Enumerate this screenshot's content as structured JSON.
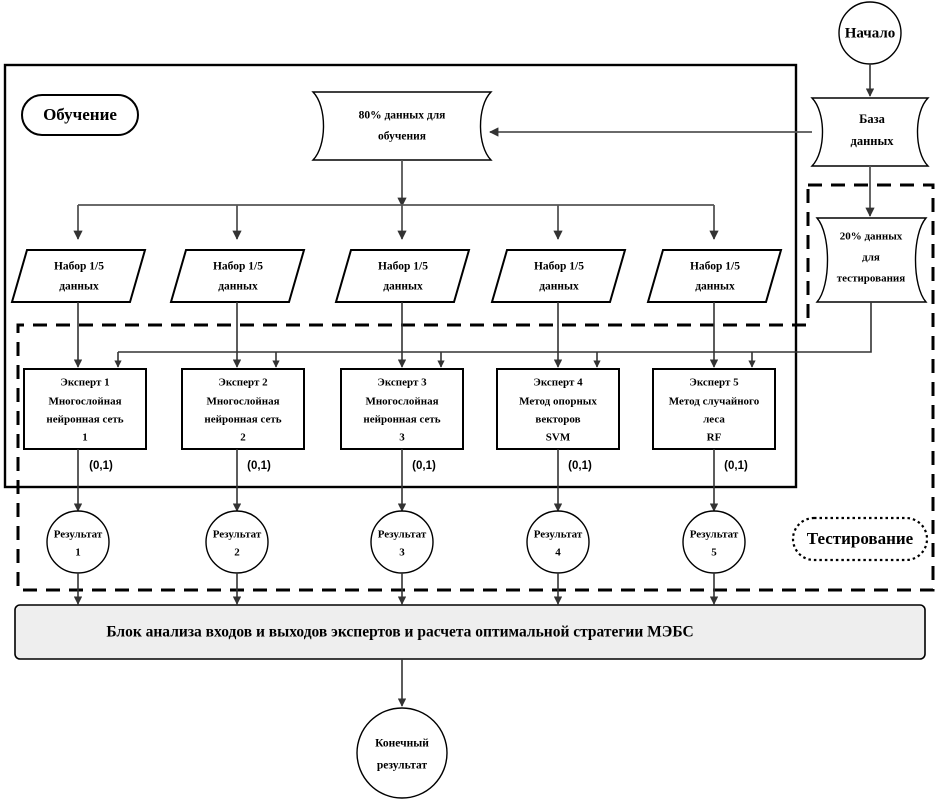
{
  "diagram": {
    "title_nodes": {
      "start": "Начало",
      "database": "База\nданных",
      "database_line1": "База",
      "database_line2": "данных",
      "train_data_line1": "80% данных для",
      "train_data_line2": "обучения",
      "test_data_line1": "20% данных",
      "test_data_line2": "для",
      "test_data_line3": "тестирования",
      "final_line1": "Конечный",
      "final_line2": "результат"
    },
    "regions": [
      {
        "name": "training-region-label",
        "label": "Обучение",
        "style": "solid-pill"
      },
      {
        "name": "testing-region-label",
        "label": "Тестирование",
        "style": "dotted-pill"
      }
    ],
    "datasets": [
      {
        "line1": "Набор 1/5",
        "line2": "данных"
      },
      {
        "line1": "Набор 1/5",
        "line2": "данных"
      },
      {
        "line1": "Набор 1/5",
        "line2": "данных"
      },
      {
        "line1": "Набор 1/5",
        "line2": "данных"
      },
      {
        "line1": "Набор 1/5",
        "line2": "данных"
      }
    ],
    "experts": [
      {
        "title": "Эксперт 1",
        "l2": "Многослойная",
        "l3": "нейронная сеть",
        "l4": "1"
      },
      {
        "title": "Эксперт 2",
        "l2": "Многослойная",
        "l3": "нейронная сеть",
        "l4": "2"
      },
      {
        "title": "Эксперт 3",
        "l2": "Многослойная",
        "l3": "нейронная сеть",
        "l4": "3"
      },
      {
        "title": "Эксперт 4",
        "l2": "Метод опорных",
        "l3": "векторов",
        "l4": "SVM"
      },
      {
        "title": "Эксперт 5",
        "l2": "Метод случайного",
        "l3": "леса",
        "l4": "RF"
      }
    ],
    "edge_labels": [
      "(0,1)",
      "(0,1)",
      "(0,1)",
      "(0,1)",
      "(0,1)"
    ],
    "results": [
      {
        "line1": "Результат",
        "line2": "1"
      },
      {
        "line1": "Результат",
        "line2": "2"
      },
      {
        "line1": "Результат",
        "line2": "3"
      },
      {
        "line1": "Результат",
        "line2": "4"
      },
      {
        "line1": "Результат",
        "line2": "5"
      }
    ],
    "analysis_block": {
      "label": "Блок анализа входов и выходов экспертов и расчета оптимальной стратегии МЭБС"
    },
    "colors": {
      "stroke": "#000000",
      "connector": "#555555",
      "block_fill": "#eeeeee",
      "background": "#ffffff"
    }
  }
}
